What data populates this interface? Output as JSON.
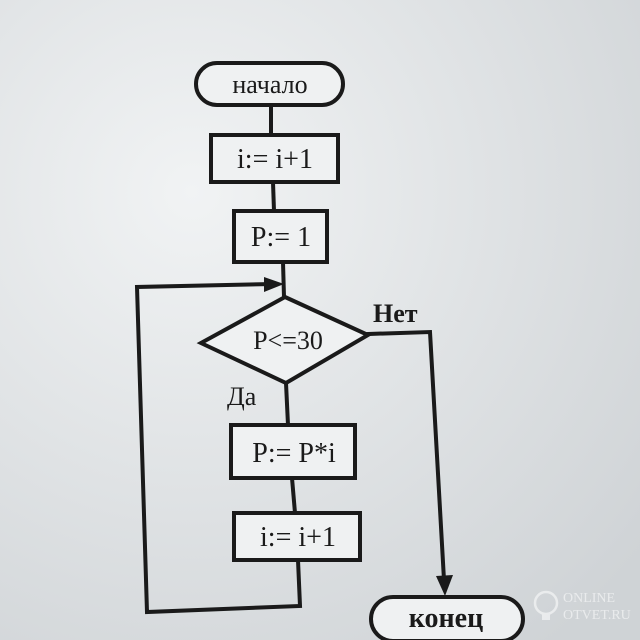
{
  "flowchart": {
    "nodes": [
      {
        "id": "start",
        "shape": "terminator",
        "text": "начало"
      },
      {
        "id": "init_i",
        "shape": "process",
        "text": "i:= i+1"
      },
      {
        "id": "init_p",
        "shape": "process",
        "text": "P:= 1"
      },
      {
        "id": "cond",
        "shape": "decision",
        "text": "P<=30"
      },
      {
        "id": "mult",
        "shape": "process",
        "text": "P:= P*i"
      },
      {
        "id": "inc_i",
        "shape": "process",
        "text": "i:= i+1"
      },
      {
        "id": "end",
        "shape": "terminator",
        "text": "конец"
      }
    ],
    "edge_labels": {
      "yes": "Да",
      "no": "Нет"
    },
    "edges": [
      {
        "from": "start",
        "to": "init_i"
      },
      {
        "from": "init_i",
        "to": "init_p"
      },
      {
        "from": "init_p",
        "to": "cond"
      },
      {
        "from": "cond",
        "to": "mult",
        "label": "Да"
      },
      {
        "from": "mult",
        "to": "inc_i"
      },
      {
        "from": "inc_i",
        "to": "cond",
        "kind": "loop-back"
      },
      {
        "from": "cond",
        "to": "end",
        "label": "Нет"
      }
    ]
  },
  "watermark": {
    "line1": "ONLINE",
    "line2": "OTVET.RU"
  },
  "colors": {
    "ink": "#1a1a1a",
    "paper": "#e6e8ea"
  }
}
